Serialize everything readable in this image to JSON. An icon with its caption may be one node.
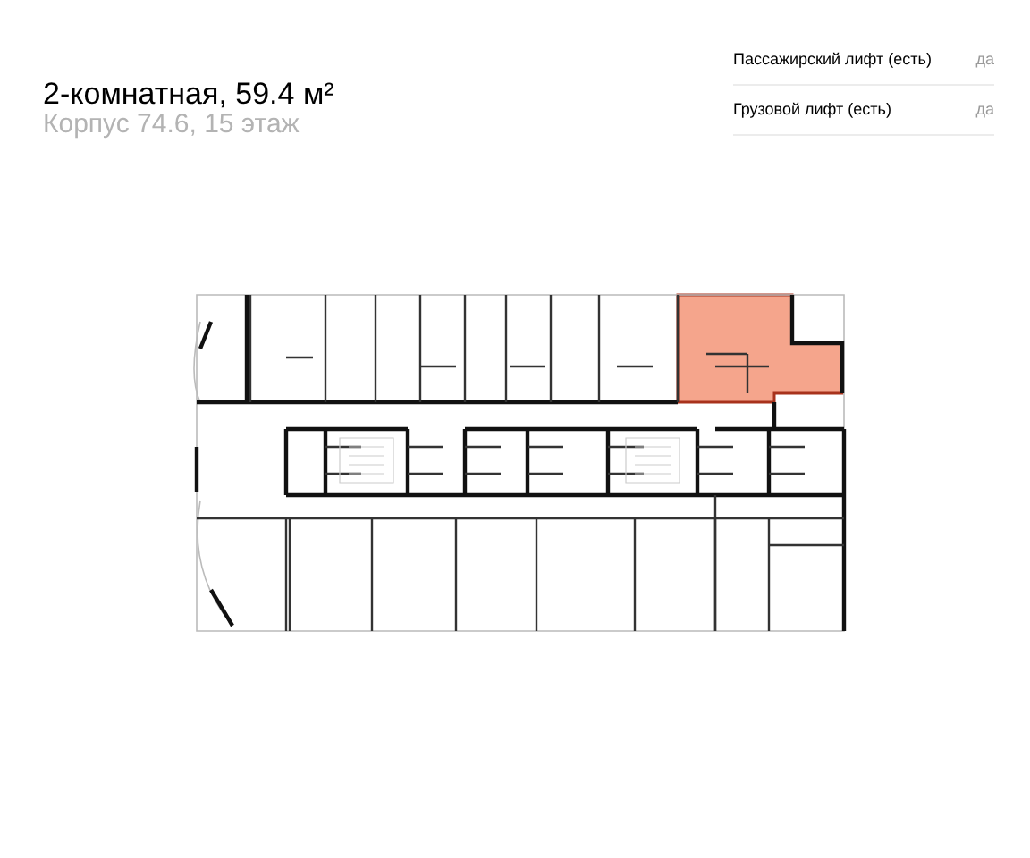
{
  "diagram": {
    "title": "2-комнатная, 59.4 м²",
    "labels": [
      "Корпус 74.6, 15 этаж",
      "Пассажирский лифт (есть)",
      "да",
      "Грузовой лифт (есть)",
      "да"
    ]
  }
}
